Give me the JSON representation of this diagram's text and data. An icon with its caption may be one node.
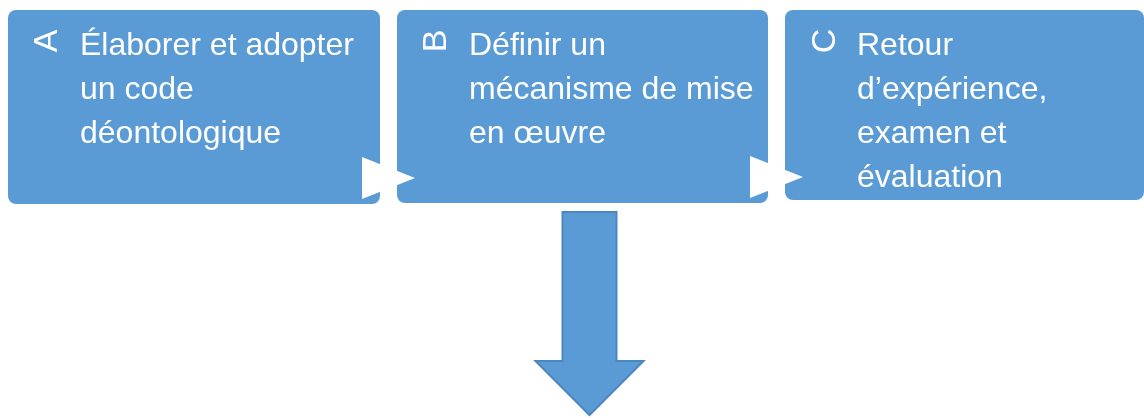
{
  "diagram": {
    "nodes": [
      {
        "text": [
          "A",
          "Élaborer et adopter un code déontologique"
        ]
      },
      {
        "text": [
          "B",
          "Définir un mécanisme de mise en œuvre"
        ]
      },
      {
        "text": [
          "C",
          "Retour d’expérience, examen et évaluation"
        ]
      }
    ],
    "edges": [
      {
        "from": 0,
        "to": 1,
        "arrow": "to",
        "color": "#ffffff"
      },
      {
        "from": 1,
        "to": 2,
        "arrow": "to",
        "color": "#ffffff"
      },
      {
        "from": 1,
        "to": null,
        "arrow": "to",
        "style": "thick"
      }
    ]
  }
}
